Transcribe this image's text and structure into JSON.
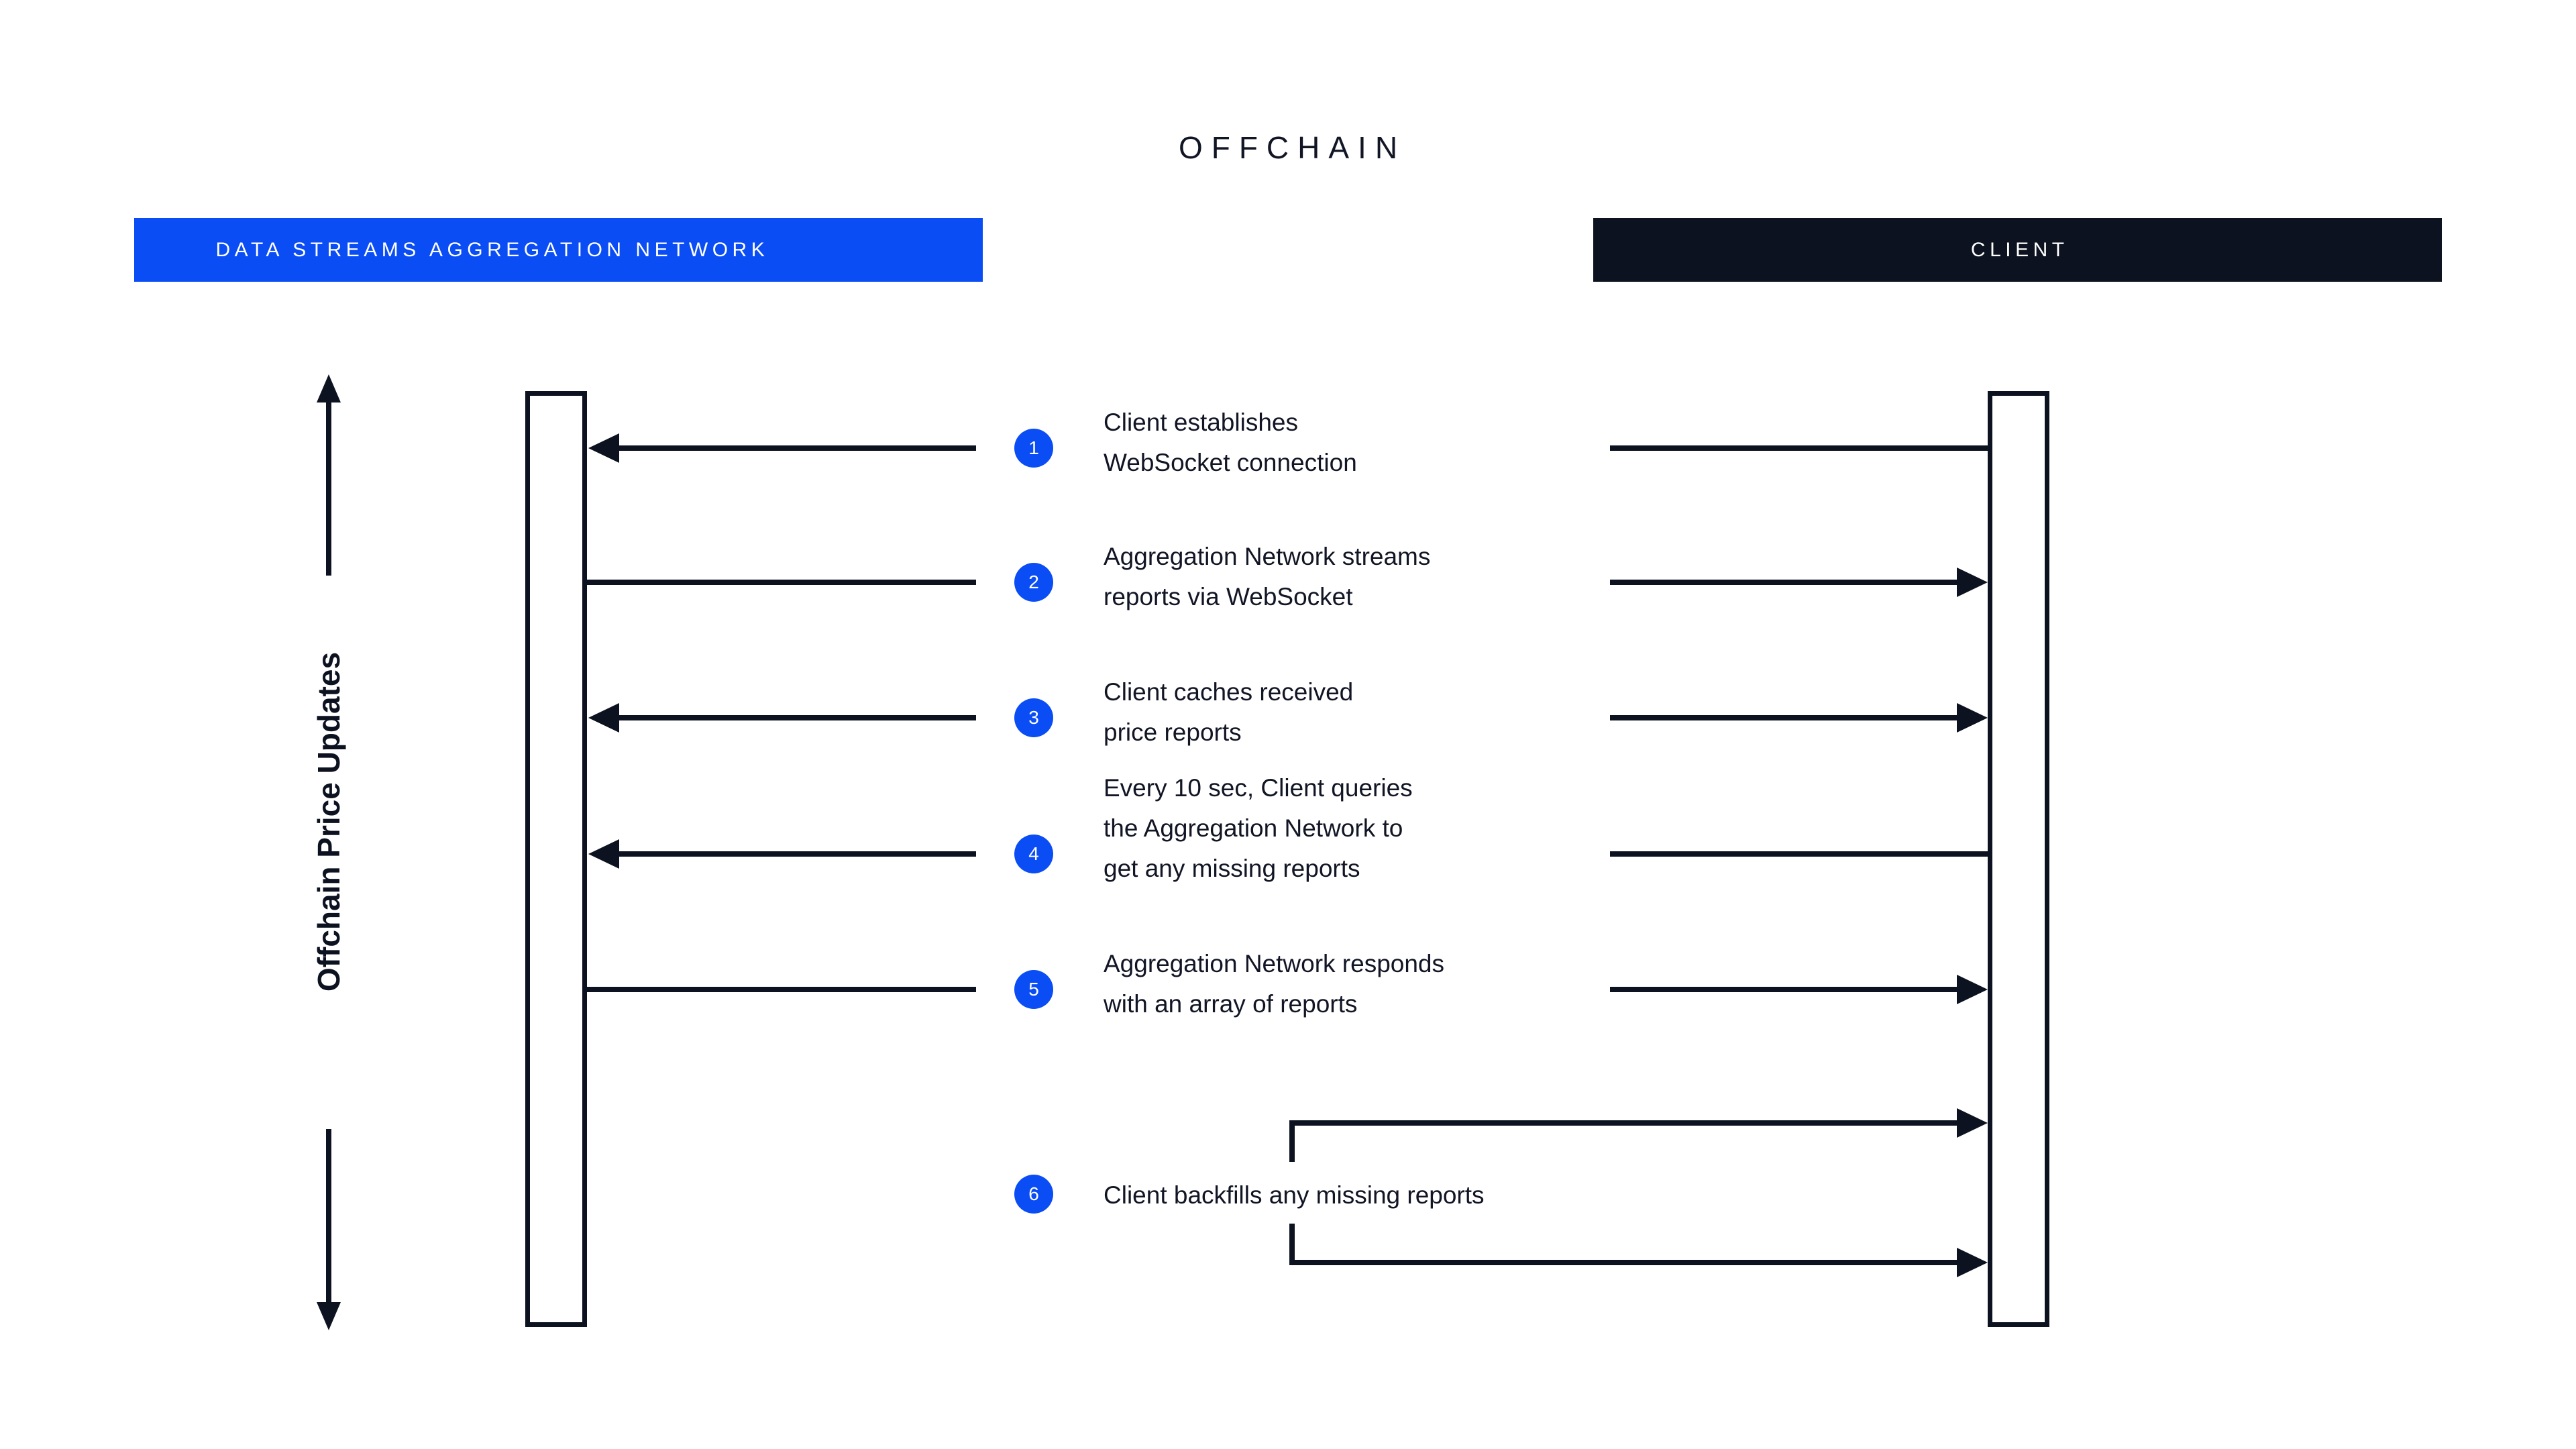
{
  "diagram": {
    "title": "OFFCHAIN",
    "axis_label": "Offchain Price Updates",
    "actors": [
      {
        "id": "aggregation-network",
        "label": "DATA STREAMS AGGREGATION NETWORK",
        "color": "#0b4df5",
        "side": "left"
      },
      {
        "id": "client",
        "label": "CLIENT",
        "color": "#0d1220",
        "side": "right"
      }
    ],
    "accent_color": "#0b4df5",
    "ink_color": "#0d1220",
    "steps": [
      {
        "number": "1",
        "text": "Client establishes\nWebSocket connection",
        "left_arrow": "left",
        "right_arrow": "none"
      },
      {
        "number": "2",
        "text": "Aggregation Network streams\nreports via WebSocket",
        "left_arrow": "none",
        "right_arrow": "right"
      },
      {
        "number": "3",
        "text": "Client caches received\nprice reports",
        "left_arrow": "left",
        "right_arrow": "right"
      },
      {
        "number": "4",
        "text": "Every 10 sec, Client queries\nthe Aggregation Network to\nget any missing reports",
        "left_arrow": "left",
        "right_arrow": "none"
      },
      {
        "number": "5",
        "text": "Aggregation Network responds\nwith an array of reports",
        "left_arrow": "none",
        "right_arrow": "right"
      },
      {
        "number": "6",
        "text": "Client backfills any missing reports",
        "left_arrow": "none",
        "right_arrow": "self-loop"
      }
    ]
  }
}
